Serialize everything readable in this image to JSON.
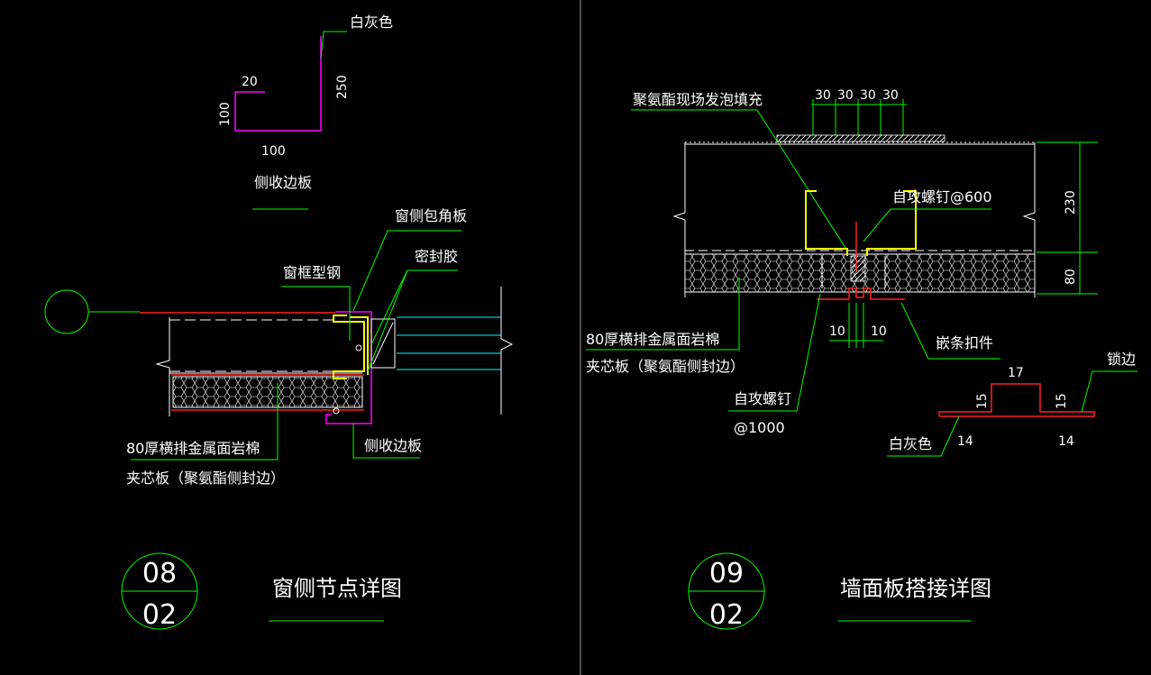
{
  "colors": {
    "background": "#000000",
    "leader": "#00ff00",
    "outline": "#ffffff",
    "flashing": "#ff00ff",
    "panel_edge": "#ff2020",
    "steel": "#ffff00",
    "glass": "#00ffff"
  },
  "left_detail": {
    "flashing_color_label": "白灰色",
    "flashing_dims": [
      "20",
      "250",
      "100",
      "100"
    ],
    "flashing_name": "侧收边板",
    "labels": {
      "corner_plate": "窗侧包角板",
      "sealant": "密封胶",
      "frame_steel": "窗框型钢",
      "panel_line1": "80厚横排金属面岩棉",
      "panel_line2": "夹芯板（聚氨酯侧封边）",
      "side_flashing": "侧收边板"
    },
    "bubble_top": "08",
    "bubble_bottom": "02",
    "title": "窗侧节点详图"
  },
  "right_detail": {
    "top_dims": [
      "30",
      "30",
      "30",
      "30"
    ],
    "labels": {
      "foam": "聚氨酯现场发泡填充",
      "screw_600": "自攻螺钉@600",
      "panel_line1": "80厚横排金属面岩棉",
      "panel_line2": "夹芯板（聚氨酯侧封边）",
      "clip": "嵌条扣件",
      "screw_line1": "自攻螺钉",
      "screw_line2": "@1000",
      "lock_edge": "锁边",
      "color": "白灰色"
    },
    "dims": {
      "h230": "230",
      "h80": "80",
      "w10a": "10",
      "w10b": "10",
      "p17": "17",
      "p15a": "15",
      "p15b": "15",
      "p14a": "14",
      "p14b": "14"
    },
    "bubble_top": "09",
    "bubble_bottom": "02",
    "title": "墙面板搭接详图"
  }
}
